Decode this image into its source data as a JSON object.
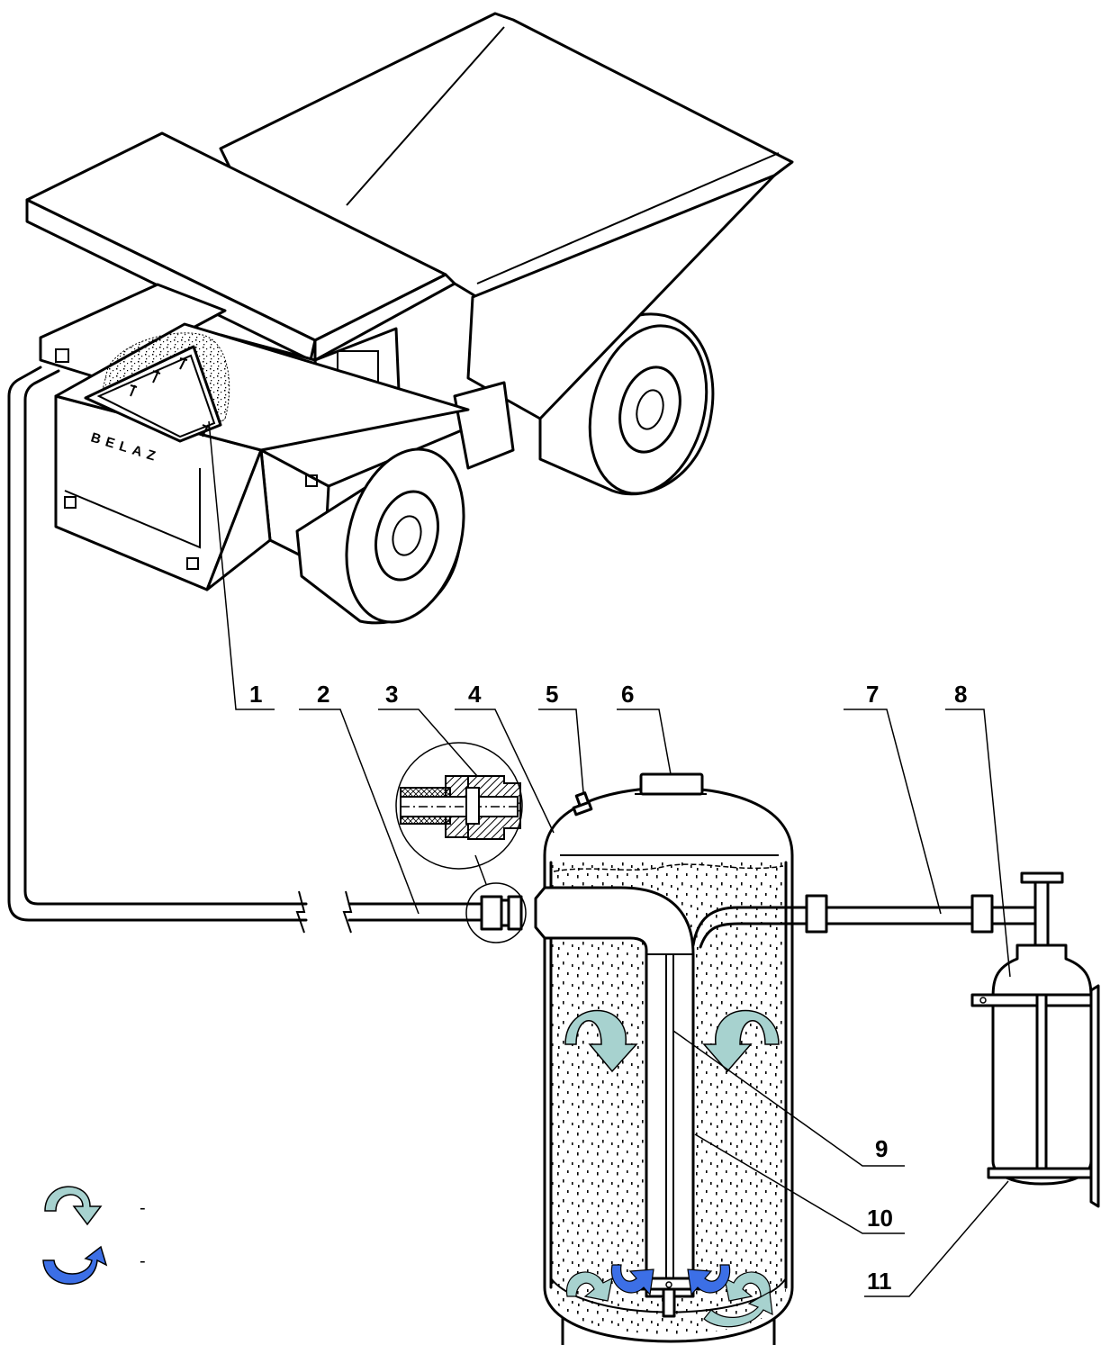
{
  "labels": {
    "l1": "1",
    "l2": "2",
    "l3": "3",
    "l4": "4",
    "l5": "5",
    "l6": "6",
    "l7": "7",
    "l8": "8",
    "l9": "9",
    "l10": "10",
    "l11": "11"
  },
  "truck_brand": "BELAZ",
  "legend": {
    "light_arrow_text": "-",
    "dark_arrow_text": "-"
  },
  "colors": {
    "light_arrow": "#a7d2cf",
    "dark_arrow": "#3c6fe6",
    "line": "#000000",
    "background": "#ffffff"
  }
}
